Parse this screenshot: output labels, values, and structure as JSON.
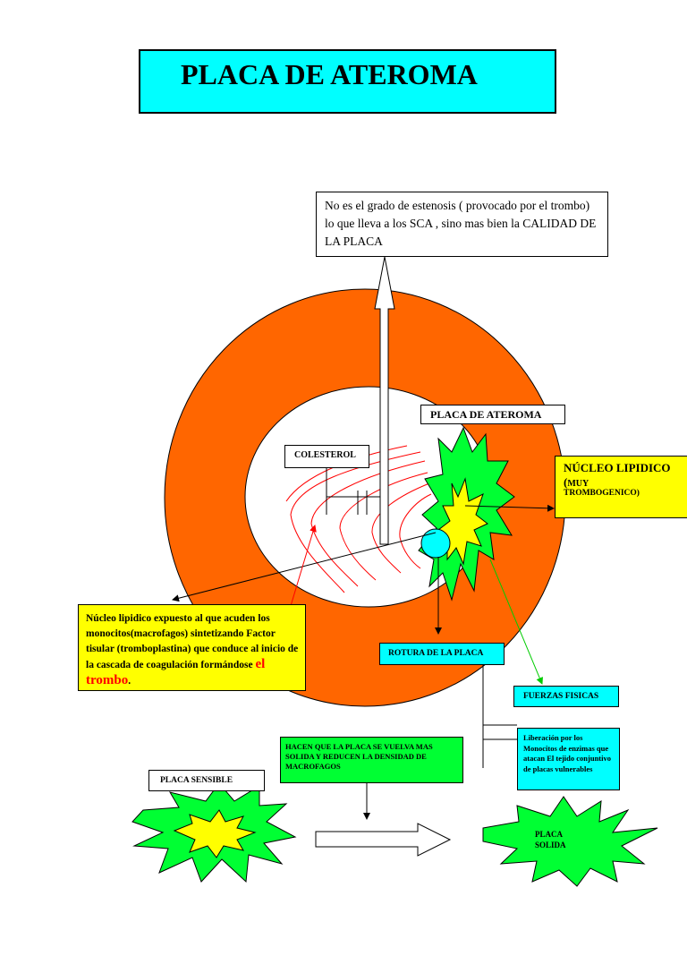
{
  "title": "PLACA DE ATEROMA",
  "note": "No es el grado de estenosis ( provocado por el trombo) lo que lleva a los SCA , sino mas bien la CALIDAD DE LA PLACA",
  "placa_label": "PLACA DE ATEROMA",
  "colesterol_label": "COLESTEROL",
  "nucleo": {
    "title": "NÚCLEO LIPIDICO",
    "paren_open": " (",
    "sub": "MUY",
    "line2": "TROMBOGENICO)"
  },
  "exposed": {
    "text": "Núcleo lipidico expuesto al que acuden los monocitos(macrofagos) sintetizando Factor tisular (tromboplastina) que conduce al inicio de la cascada de coagulación formándose ",
    "highlight": "el trombo",
    "end": "."
  },
  "rotura_label": "ROTURA DE LA PLACA",
  "fuerzas_label": "FUERZAS FISICAS",
  "hacen_text": "HACEN QUE LA PLACA SE VUELVA MAS SOLIDA Y REDUCEN LA DENSIDAD DE MACROFAGOS",
  "liberacion_text": "Liberación por los Monocitos de enzimas que atacan El tejido conjuntivo de placas vulnerables",
  "sensible_label": "PLACA  SENSIBLE",
  "solida_label": "PLACA\nSOLIDA",
  "colors": {
    "vessel_wall": "#ff6600",
    "lumen": "#ffffff",
    "plaque_green": "#00ff33",
    "core_yellow": "#ffff00",
    "monocyte_cyan": "#00ffff",
    "cholesterol_red": "#ff0000"
  }
}
